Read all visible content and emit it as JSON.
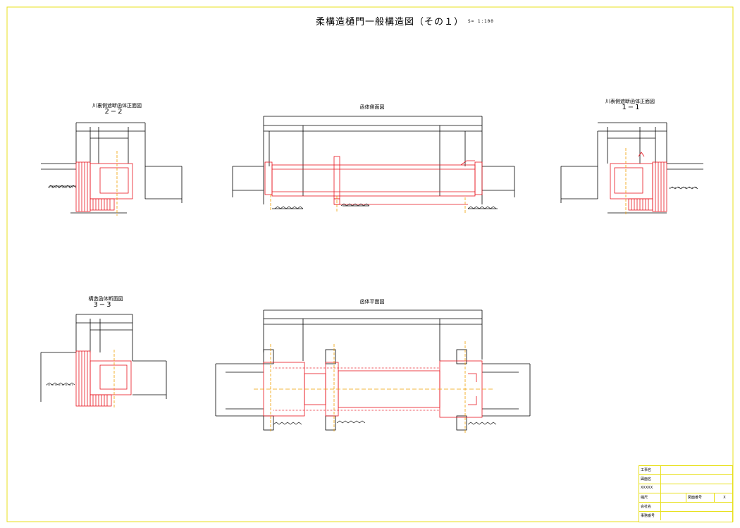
{
  "drawing": {
    "title": "柔構造樋門一般構造図（その１）",
    "scale": "S=  1:100"
  },
  "views": {
    "river_side_front": {
      "title": "川裏側遮断函体正面図",
      "section": "2−2"
    },
    "side_view": {
      "title": "函体側面図"
    },
    "land_side_front": {
      "title": "川表側遮断函体正面図",
      "section": "1−1"
    },
    "cross_section": {
      "title": "構造函体断面図",
      "section": "3−3"
    },
    "plan_view": {
      "title": "函体平面図"
    }
  },
  "title_block": {
    "rows": [
      {
        "key": "工事名",
        "value": ""
      },
      {
        "key": "図面名",
        "value": ""
      },
      {
        "key": "XXXXX",
        "value": ""
      },
      {
        "key": "縮尺",
        "value": "",
        "sub_key": "図面番号",
        "sub_value": "X"
      },
      {
        "key": "会社名",
        "value": ""
      },
      {
        "key": "事務番号",
        "value": ""
      }
    ]
  },
  "colors": {
    "frame": "#e8e01c",
    "structure": "#e8141e",
    "dimension": "#000000",
    "centerline": "#f0a000"
  }
}
